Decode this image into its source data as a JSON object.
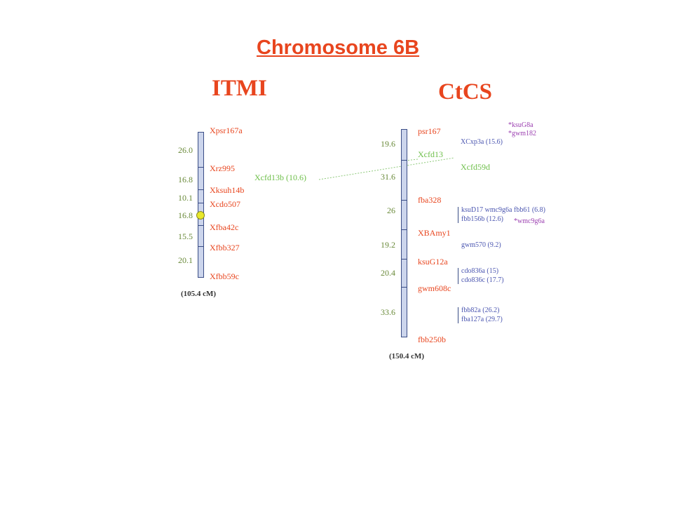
{
  "title": "Chromosome 6B",
  "itmi": {
    "header": "ITMI",
    "markers": [
      "Xpsr167a",
      "Xrz995",
      "Xksuh14b",
      "Xcdo507",
      "Xfba42c",
      "Xfbb327",
      "Xfbb59c"
    ],
    "distances": [
      "26.0",
      "16.8",
      "10.1",
      "16.8",
      "15.5",
      "20.1"
    ],
    "total": "(105.4 cM)",
    "extra_marker": "Xcfd13b (10.6)"
  },
  "ctcs": {
    "header": "CtCS",
    "markers": [
      "psr167",
      "Xcfd13",
      "Xcfd59d",
      "fba328",
      "XBAmy1",
      "ksuG12a",
      "gwm608c",
      "fbb250b"
    ],
    "distances": [
      "19.6",
      "31.6",
      "26",
      "19.2",
      "20.4",
      "33.6"
    ],
    "total": "(150.4 cM)",
    "side_labels": {
      "ksuG8a": "*ksuG8a",
      "gwm182": "*gwm182",
      "xcxp3a": "XCxp3a (15.6)",
      "ksud17": "ksuD17 wmc9g6a fbb61 (6.8)",
      "fbb156b": "fbb156b (12.6)",
      "wmc9g6a": "*wmc9g6a",
      "gwm570": "gwm570 (9.2)",
      "cdo836a": "cdo836a (15)",
      "cdo836c": "cdo836c (17.7)",
      "fbb82a": "fbb82a (26.2)",
      "fba127a": "fba127a (29.7)"
    }
  },
  "colors": {
    "title": "#e8451e",
    "marker": "#e8451e",
    "green_marker": "#6ebf4a",
    "blue_label": "#4a55b0",
    "purple_label": "#9b3fb0",
    "chromosome_fill": "#ccd5ec",
    "chromosome_border": "#3a4d86",
    "centromere": "#e8e82a"
  }
}
